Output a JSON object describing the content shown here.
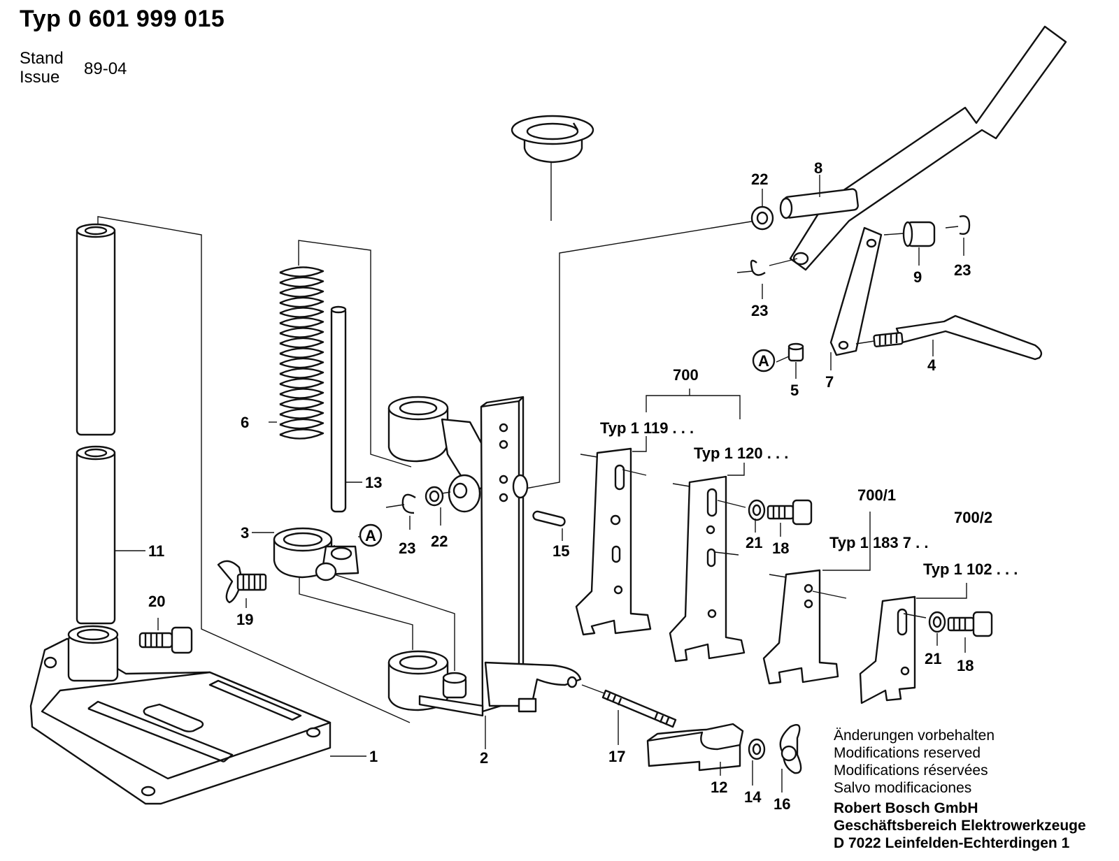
{
  "header": {
    "title": "Typ 0 601 999 015",
    "stand_label": "Stand",
    "issue_label": "Issue",
    "issue_value": "89-04"
  },
  "parts": [
    {
      "id": "p1",
      "label": "1"
    },
    {
      "id": "p2",
      "label": "2"
    },
    {
      "id": "p3",
      "label": "3"
    },
    {
      "id": "p4",
      "label": "4"
    },
    {
      "id": "p5",
      "label": "5"
    },
    {
      "id": "p6",
      "label": "6"
    },
    {
      "id": "p7",
      "label": "7"
    },
    {
      "id": "p8",
      "label": "8"
    },
    {
      "id": "p9",
      "label": "9"
    },
    {
      "id": "p11",
      "label": "11"
    },
    {
      "id": "p12",
      "label": "12"
    },
    {
      "id": "p13",
      "label": "13"
    },
    {
      "id": "p14",
      "label": "14"
    },
    {
      "id": "p15",
      "label": "15"
    },
    {
      "id": "p16",
      "label": "16"
    },
    {
      "id": "p17",
      "label": "17"
    },
    {
      "id": "p18a",
      "label": "18"
    },
    {
      "id": "p18b",
      "label": "18"
    },
    {
      "id": "p19",
      "label": "19"
    },
    {
      "id": "p20",
      "label": "20"
    },
    {
      "id": "p21a",
      "label": "21"
    },
    {
      "id": "p21b",
      "label": "21"
    },
    {
      "id": "p22a",
      "label": "22"
    },
    {
      "id": "p22b",
      "label": "22"
    },
    {
      "id": "p23a",
      "label": "23"
    },
    {
      "id": "p23b",
      "label": "23"
    },
    {
      "id": "p23c",
      "label": "23"
    }
  ],
  "groups": {
    "g700": "700",
    "g700_1": "700/1",
    "g700_2": "700/2"
  },
  "variants": {
    "t1119": "Typ 1 119 . . .",
    "t1120": "Typ 1 120 . . .",
    "t1183": "Typ 1 183 7 . .",
    "t1102": "Typ 1 102 . . ."
  },
  "callouts": {
    "a1": "A",
    "a2": "A"
  },
  "notes": [
    "Änderungen vorbehalten",
    "Modifications reserved",
    "Modifications réservées",
    "Salvo modificaciones"
  ],
  "company": [
    "Robert Bosch GmbH",
    "Geschäftsbereich Elektrowerkzeuge",
    "D 7022 Leinfelden-Echterdingen 1"
  ]
}
